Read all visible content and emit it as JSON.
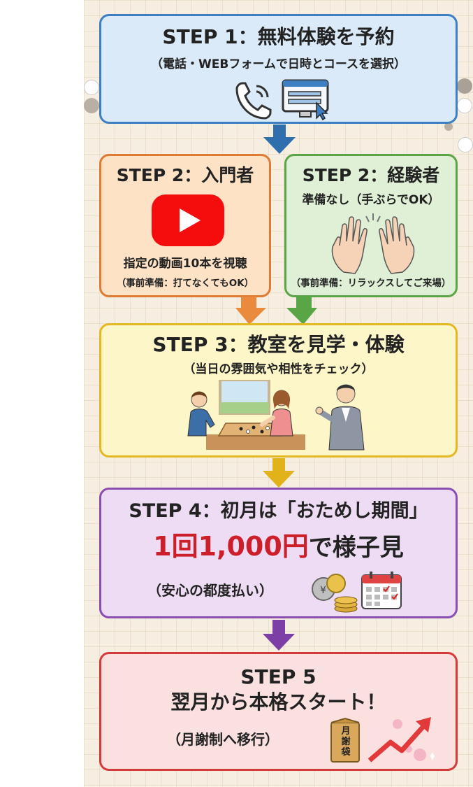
{
  "step1": {
    "title": "STEP 1：無料体験を予約",
    "sub": "（電話・WEBフォームで日時とコースを選択）",
    "icons": [
      "phone-icon",
      "web-form-icon"
    ]
  },
  "step2_beginner": {
    "title": "STEP 2：入門者",
    "line1": "指定の動画10本を視聴",
    "note": "（事前準備：打てなくてもOK）",
    "icon": "video-play-icon"
  },
  "step2_experienced": {
    "title": "STEP 2：経験者",
    "line1": "準備なし（手ぶらでOK）",
    "note": "（事前準備：リラックスしてご来場）",
    "icon": "open-hands-icon"
  },
  "step3": {
    "title": "STEP 3：教室を見学・体験",
    "sub": "（当日の雰囲気や相性をチェック）",
    "icon": "classroom-go-game-illustration"
  },
  "step4": {
    "title": "STEP 4：初月は「おためし期間」",
    "price": "1回1,000円",
    "price_suffix": "で様子見",
    "note": "（安心の都度払い）",
    "icons": [
      "coin-icon",
      "calendar-icon"
    ]
  },
  "step5": {
    "title": "STEP 5",
    "sub": "翌月から本格スタート！",
    "note": "（月謝制へ移行）",
    "envelope_text": "月謝袋",
    "icons": [
      "envelope-icon",
      "rising-arrow-icon"
    ]
  },
  "colors": {
    "step1": "#3d7fc1",
    "step2_beginner": "#e07b33",
    "step2_experienced": "#5aa545",
    "step3": "#e3b820",
    "step4": "#8a4db0",
    "step5": "#d33a3a",
    "price": "#cc1f2a"
  }
}
